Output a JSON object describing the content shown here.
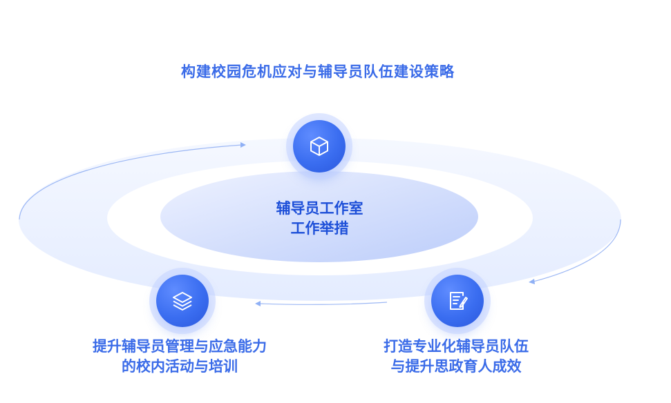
{
  "title": "构建校园危机应对与辅导员队伍建设策略",
  "center": {
    "line1": "辅导员工作室",
    "line2": "工作举措"
  },
  "nodes": {
    "top": {
      "icon": "cube-icon"
    },
    "left": {
      "icon": "layers-icon",
      "line1": "提升辅导员管理与应急能力",
      "line2": "的校内活动与培训"
    },
    "right": {
      "icon": "document-edit-icon",
      "line1": "打造专业化辅导员队伍",
      "line2": "与提升思政育人成效"
    }
  },
  "colors": {
    "accent": "#3a6be8",
    "center_text": "#1d4fd8",
    "ring": "#dfe8ff",
    "ring_line": "#8fb0f5"
  }
}
